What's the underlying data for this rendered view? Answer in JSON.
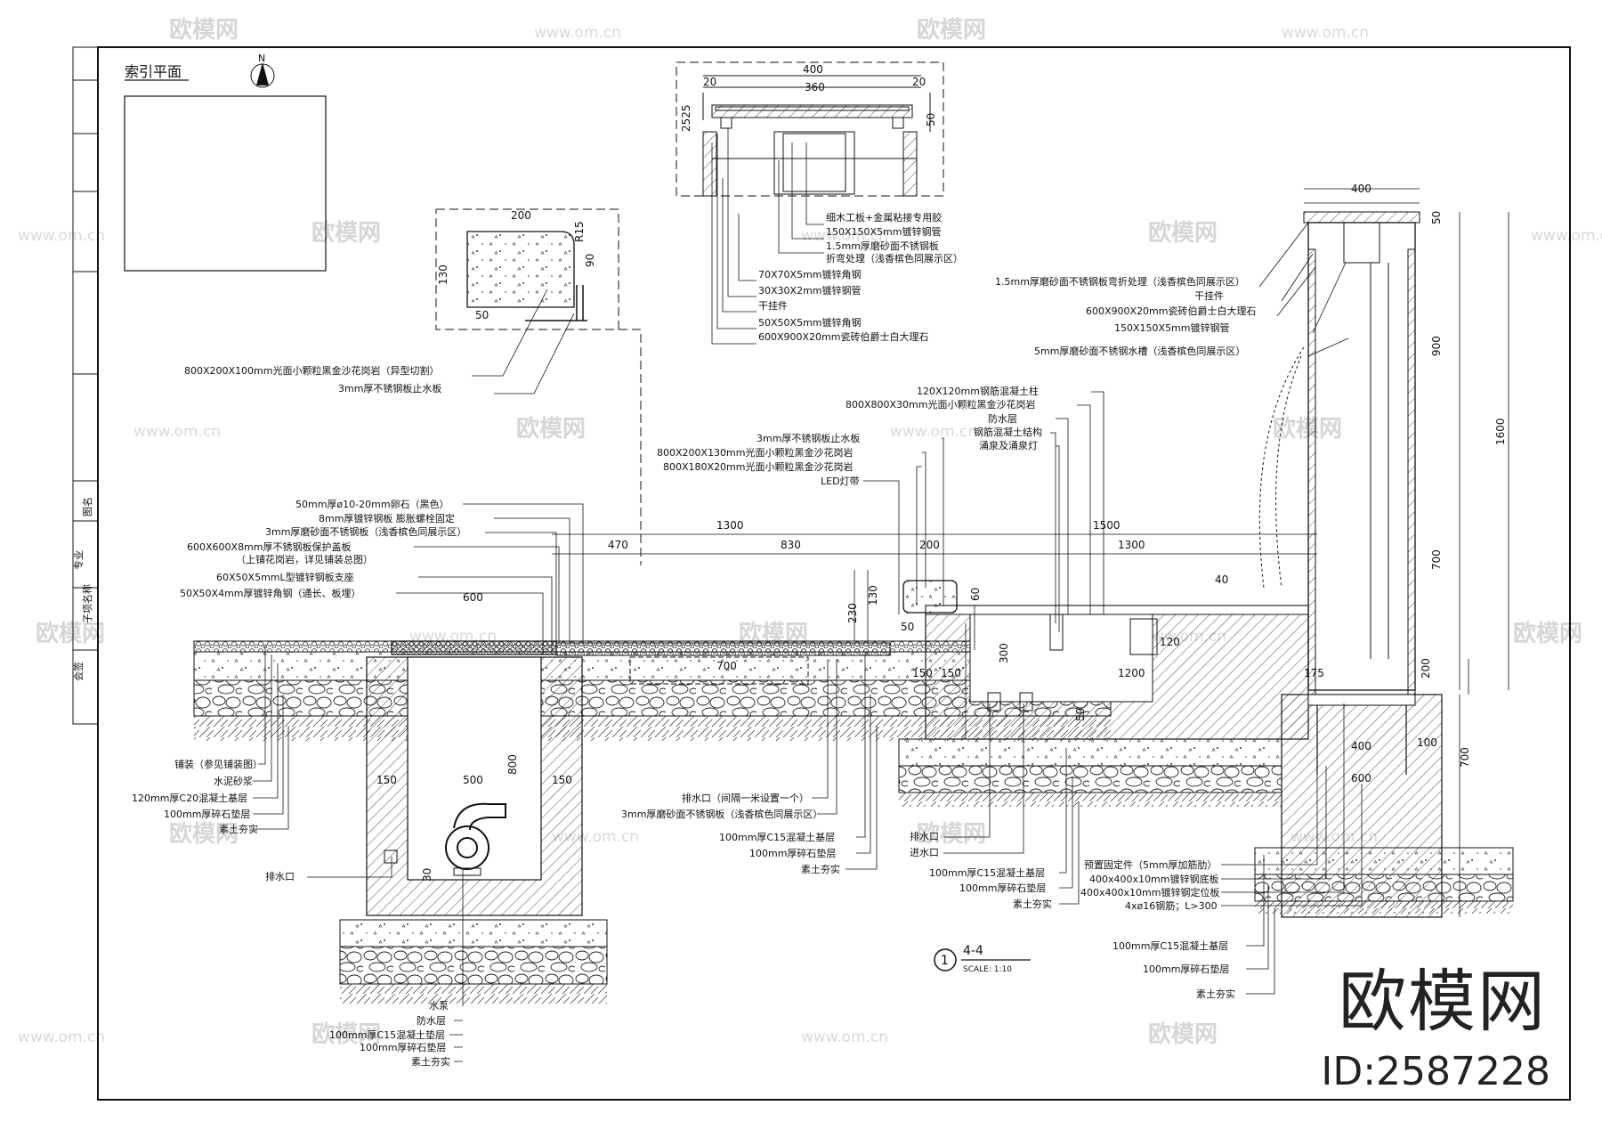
{
  "watermark": {
    "brand": "欧模网",
    "url": "www.om.cn",
    "id": "ID:2587228"
  },
  "plan": {
    "title": "索引平面",
    "north": "N"
  },
  "section": {
    "number": "1",
    "name": "4-4",
    "scale": "SCALE: 1:10"
  },
  "titleblock": [
    "会签",
    "子项名称",
    "专业",
    "图名"
  ],
  "detail_top": {
    "dims": [
      "400",
      "20",
      "360",
      "20",
      "2525",
      "50"
    ],
    "labels": [
      "细木工板+金属粘接专用胶",
      "150X150X5mm镀锌钢管",
      "1.5mm厚磨砂面不锈钢板",
      "折弯处理（浅香槟色同展示区）",
      "70X70X5mm镀锌角钢",
      "30X30X2mm镀锌钢管",
      "干挂件",
      "50X50X5mm镀锌角钢",
      "600X900X20mm瓷砖伯爵士白大理石"
    ]
  },
  "detail_curb": {
    "dims": [
      "200",
      "R15",
      "130",
      "90",
      "50"
    ],
    "labels": [
      "800X200X100mm光面小颗粒黑金沙花岗岩（异型切割）",
      "3mm厚不锈钢板止水板"
    ]
  },
  "column": {
    "dims": [
      "400",
      "50",
      "900",
      "1600",
      "700",
      "200",
      "100",
      "700",
      "400",
      "600",
      "175"
    ],
    "labels": [
      "1.5mm厚磨砂面不锈钢板弯折处理（浅香槟色同展示区）",
      "干挂件",
      "600X900X20mm瓷砖伯爵士白大理石",
      "150X150X5mm镀锌钢管",
      "5mm厚磨砂面不锈钢水槽（浅香槟色同展示区）"
    ]
  },
  "pool_labels": [
    "120X120mm钢筋混凝土柱",
    "800X800X30mm光面小颗粒黑金沙花岗岩",
    "防水层",
    "钢筋混凝土结构",
    "涌泉及涌泉灯",
    "3mm厚不锈钢板止水板",
    "800X200X130mm光面小颗粒黑金沙花岗岩",
    "800X180X20mm光面小颗粒黑金沙花岗岩",
    "LED灯带"
  ],
  "grate_labels": [
    "50mm厚ø10-20mm卵石（黑色）",
    "8mm厚镀锌钢板 膨胀螺栓固定",
    "3mm厚磨砂面不锈钢板（浅香槟色同展示区）",
    "600X600X8mm厚不锈钢板保护盖板",
    "（上铺花岗岩，详见铺装总图）",
    "60X50X5mmL型镀锌钢板支座",
    "50X50X4mm厚镀锌角钢（通长、板埋）"
  ],
  "ground_labels": [
    "铺装（参见铺装图）",
    "水泥砂浆",
    "120mm厚C20混凝土基层",
    "100mm厚碎石垫层",
    "素土夯实",
    "排水口"
  ],
  "pit_labels": [
    "水泵",
    "防水层",
    "100mm厚C15混凝土垫层",
    "100mm厚碎石垫层",
    "素土夯实"
  ],
  "mid_labels": [
    "排水口（间隔一米设置一个）",
    "3mm厚磨砂面不锈钢板（浅香槟色同展示区）",
    "100mm厚C15混凝土基层",
    "100mm厚碎石垫层",
    "素土夯实"
  ],
  "right_low_labels": [
    "排水口",
    "进水口",
    "100mm厚C15混凝土基层",
    "100mm厚碎石垫层",
    "素土夯实",
    "预置固定件（5mm厚加筋肋）",
    "400x400x10mm镀锌钢底板",
    "400x400x10mm镀锌钢定位板",
    "4xø16钢筋；L>300"
  ],
  "foot_labels": [
    "100mm厚C15混凝土基层",
    "100mm厚碎石垫层",
    "素土夯实"
  ],
  "dims": {
    "h1": [
      "1300",
      "1500"
    ],
    "h2": [
      "470",
      "830",
      "200",
      "1300"
    ],
    "h3": [
      "600",
      "700",
      "1200",
      "150",
      "120",
      "40",
      "60"
    ],
    "v": [
      "130",
      "230",
      "50",
      "300",
      "150",
      "800",
      "150",
      "500",
      "150",
      "50",
      "30"
    ]
  }
}
